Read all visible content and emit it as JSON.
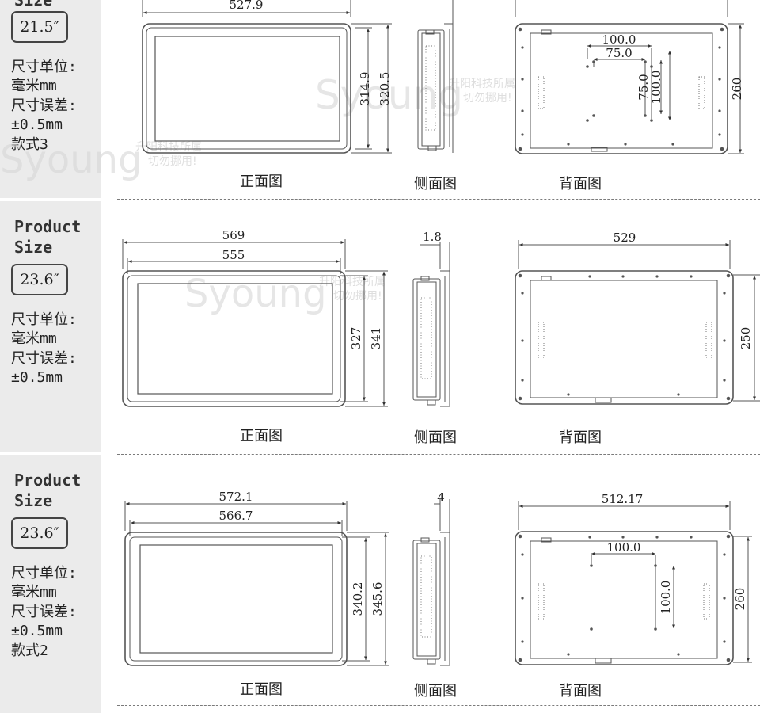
{
  "watermark": {
    "logo": "Syoung",
    "cn_line1": "升阳科技所属",
    "cn_line2": "切勿挪用!"
  },
  "captions": {
    "front": "正面图",
    "side": "侧面图",
    "back": "背面图"
  },
  "sections": [
    {
      "title_line1": "",
      "title_line2": "Size",
      "size": "21.5″",
      "spec_lines": [
        "尺寸单位:",
        "毫米mm",
        "尺寸误差:",
        "±0.5mm",
        "款式3"
      ],
      "front": {
        "width_outer": "527.9",
        "width_inner": "",
        "height_inner": "314.9",
        "height_outer": "320.5"
      },
      "side": {
        "depth": ""
      },
      "back": {
        "width": "",
        "height": "260",
        "vesa_x_outer": "100.0",
        "vesa_x_inner": "75.0",
        "vesa_y_inner": "75.0",
        "vesa_y_outer": "100.0"
      }
    },
    {
      "title_line1": "Product",
      "title_line2": "Size",
      "size": "23.6″",
      "spec_lines": [
        "尺寸单位:",
        "毫米mm",
        "尺寸误差:",
        "±0.5mm"
      ],
      "front": {
        "width_outer": "569",
        "width_inner": "555",
        "height_inner": "327",
        "height_outer": "341"
      },
      "side": {
        "depth": "1.8"
      },
      "back": {
        "width": "529",
        "height": "250"
      }
    },
    {
      "title_line1": "Product",
      "title_line2": "Size",
      "size": "23.6″",
      "spec_lines": [
        "尺寸单位:",
        "毫米mm",
        "尺寸误差:",
        "±0.5mm",
        "款式2"
      ],
      "front": {
        "width_outer": "572.1",
        "width_inner": "566.7",
        "height_inner": "340.2",
        "height_outer": "345.6"
      },
      "side": {
        "depth": "4"
      },
      "back": {
        "width": "512.17",
        "height": "260",
        "vesa_x": "100.0",
        "vesa_y": "100.0"
      }
    }
  ]
}
